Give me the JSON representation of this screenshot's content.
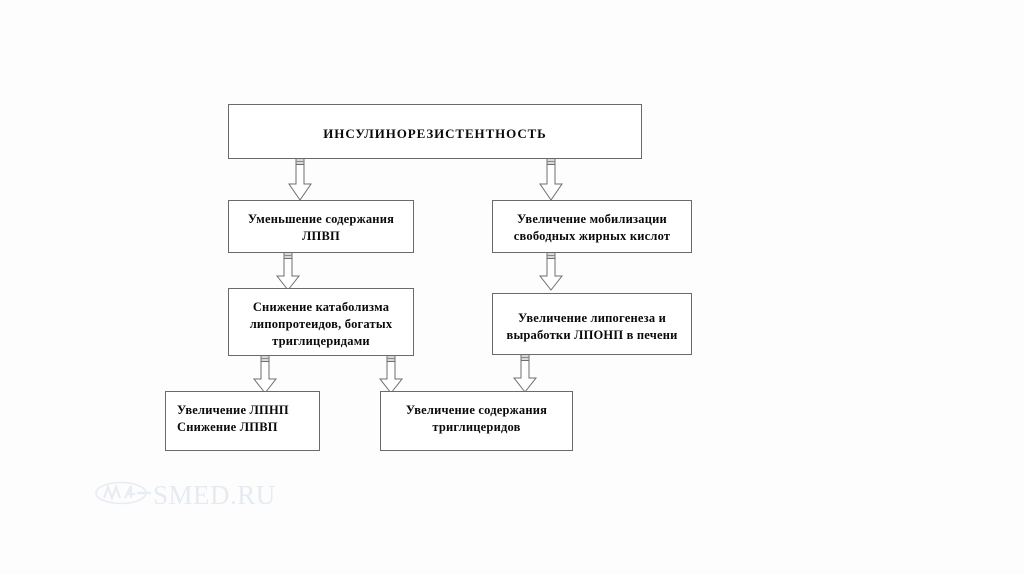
{
  "diagram": {
    "type": "flowchart",
    "title_text": "ИНСУЛИНОРЕЗИСТЕНТНОСТЬ",
    "nodes": [
      {
        "id": "insulin-resistance",
        "text": "ИНСУЛИНОРЕЗИСТЕНТНОСТЬ",
        "level": 1
      },
      {
        "id": "hdl-decrease",
        "text": "Уменьшение содержания\nЛПВП",
        "level": 2
      },
      {
        "id": "ffa-mobilization",
        "text": "Увеличение  мобилизации\nсвободных жирных кислот",
        "level": 2
      },
      {
        "id": "catabolism-decrease",
        "text": "Снижение катаболизма\nлипопротеидов, богатых\nтриглицеридами",
        "level": 3
      },
      {
        "id": "lipogenesis-increase",
        "text": "Увеличение липогенеза и\nвыработки ЛПОНП в печени",
        "level": 3
      },
      {
        "id": "ldl-up-hdl-down",
        "text": "Увеличение ЛПНП\nСнижение ЛПВП",
        "level": 4
      },
      {
        "id": "triglycerides-increase",
        "text": "Увеличение содержания\nтриглицеридов",
        "level": 4
      }
    ],
    "edges": [
      {
        "from": "insulin-resistance",
        "to": "hdl-decrease"
      },
      {
        "from": "insulin-resistance",
        "to": "ffa-mobilization"
      },
      {
        "from": "hdl-decrease",
        "to": "catabolism-decrease"
      },
      {
        "from": "ffa-mobilization",
        "to": "lipogenesis-increase"
      },
      {
        "from": "catabolism-decrease",
        "to": "ldl-up-hdl-down"
      },
      {
        "from": "catabolism-decrease",
        "to": "triglycerides-increase"
      },
      {
        "from": "lipogenesis-increase",
        "to": "triglycerides-increase"
      }
    ]
  },
  "watermark": {
    "text": "SMED.RU",
    "color": "#e6ebf2"
  },
  "colors": {
    "background": "#fdfdfd",
    "box_border": "#6a6a6a",
    "box_fill": "#ffffff",
    "text": "#0a0a0a",
    "arrow_stroke": "#6e6e6e",
    "arrow_fill": "#ffffff",
    "arrow_cap": "#d9d9d9"
  }
}
